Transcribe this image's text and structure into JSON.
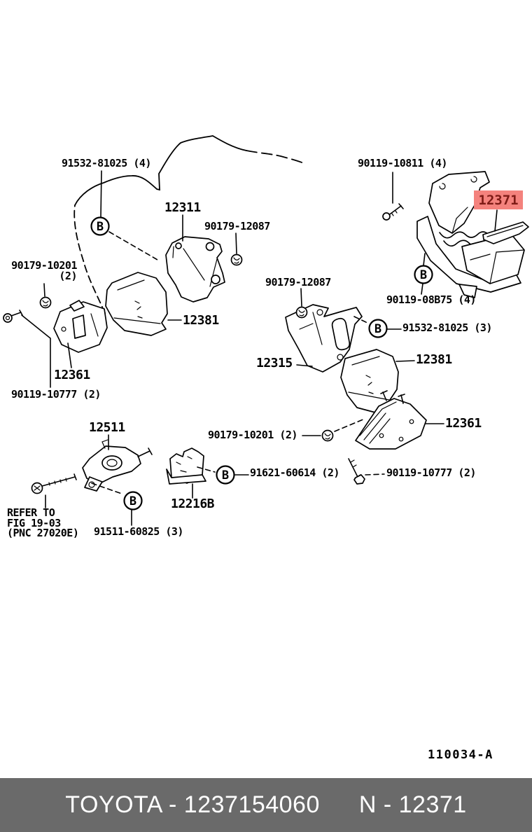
{
  "diagram": {
    "drawing_number": "110034-A",
    "marker": "B",
    "highlighted_part": "12371"
  },
  "labels": {
    "bolt_91532_top": "91532-81025 (4)",
    "part_12311": "12311",
    "grommet_90179_12087_top": "90179-12087",
    "bolt_90119_10811": "90119-10811 (4)",
    "grommet_90179_10201_top_l1": "90179-10201",
    "grommet_90179_10201_top_l2": "(2)",
    "part_12381_left": "12381",
    "grommet_90179_12087_mid": "90179-12087",
    "bolt_90119_08b75": "90119-08B75 (4)",
    "bolt_91532_right": "91532-81025 (3)",
    "part_12361_left": "12361",
    "bolt_90119_10777_left": "90119-10777 (2)",
    "part_12315": "12315",
    "part_12381_right": "12381",
    "part_12361_right": "12361",
    "part_12511": "12511",
    "grommet_90179_10201_bottom": "90179-10201 (2)",
    "bolt_91621_60614": "91621-60614 (2)",
    "bolt_90119_10777_bottom": "90119-10777 (2)",
    "part_12216b": "12216B",
    "refer_line1": "REFER TO",
    "refer_line2": "FIG 19-03",
    "refer_line3": "(PNC 27020E)",
    "bolt_91511_60825": "91511-60825 (3)"
  },
  "footer": {
    "left_text": "TOYOTA - 1237154060",
    "right_text": "N - 12371"
  },
  "colors": {
    "highlight_bg": "#f4827d",
    "highlight_text": "#7e1b16",
    "footer_bg": "#6a6a6a",
    "line": "#000000"
  }
}
